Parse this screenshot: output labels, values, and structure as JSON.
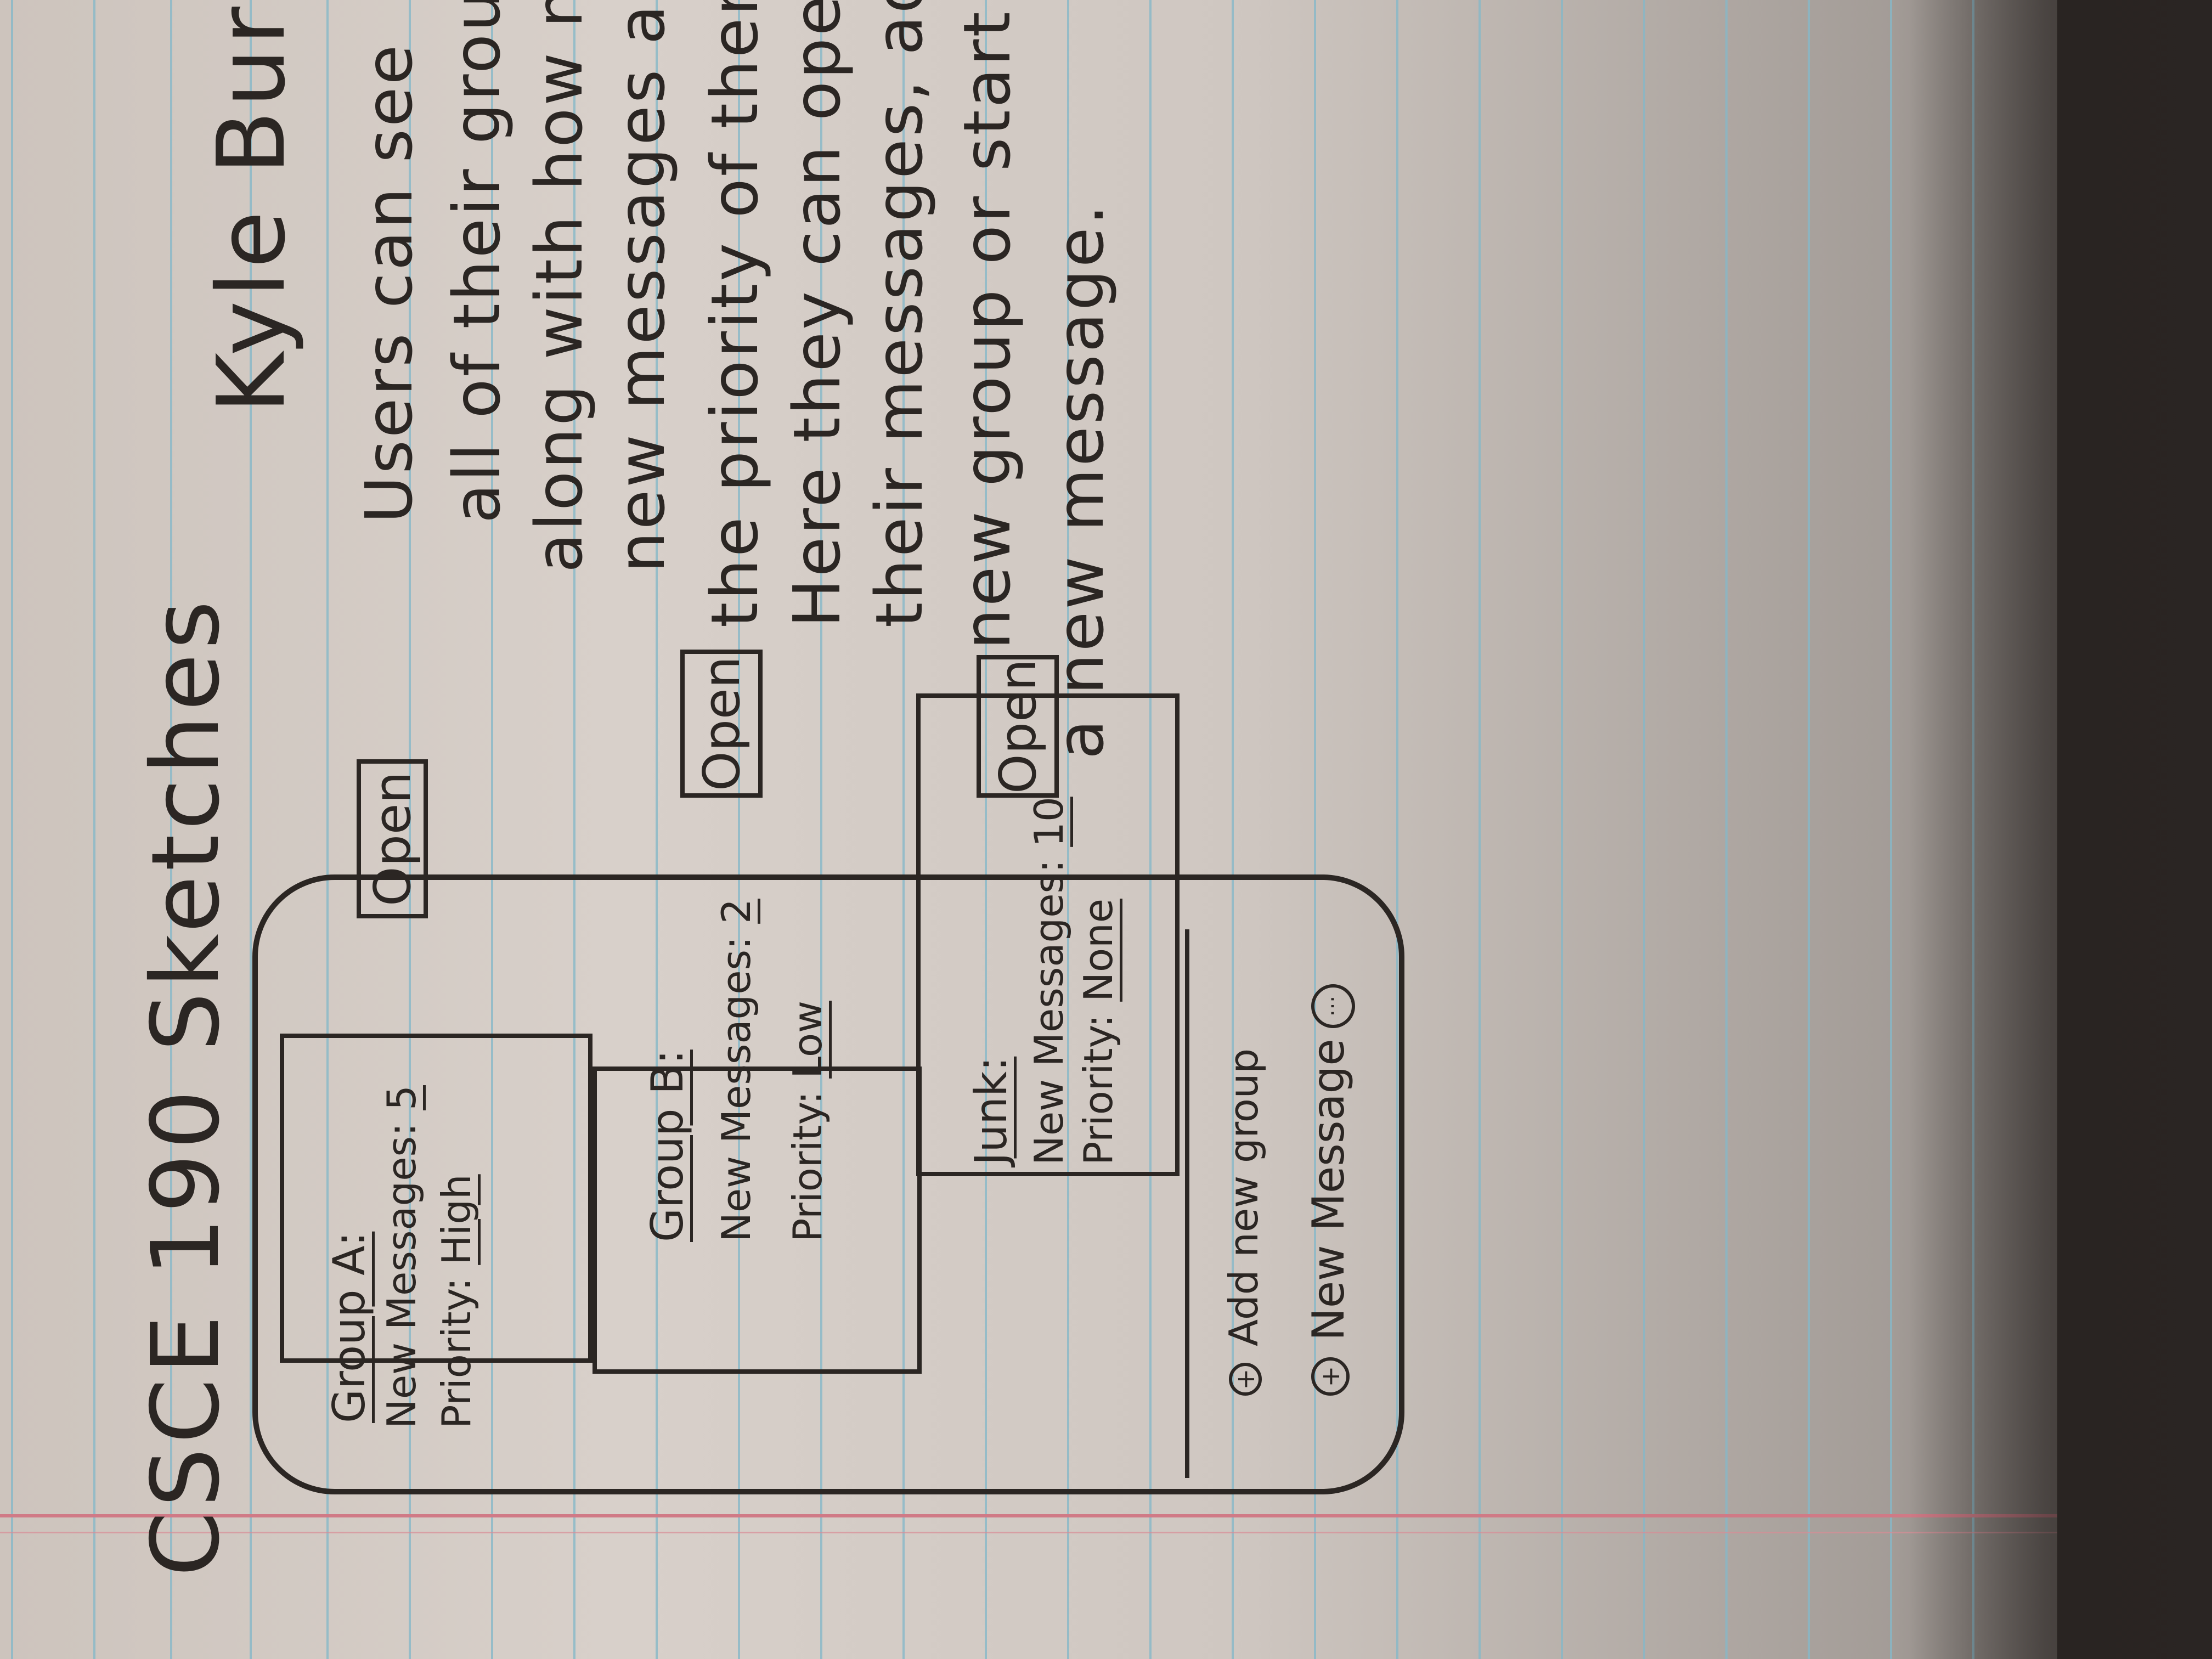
{
  "sketch": {
    "title": "CSCE 190 Sketches",
    "author": "Kyle Burgess"
  },
  "mockup": {
    "groups": [
      {
        "name": "Group A:",
        "new_messages_label": "New Messages:",
        "new_messages_value": "5",
        "priority_label": "Priority:",
        "priority_value": "High",
        "open_label": "Open"
      },
      {
        "name": "Group B:",
        "new_messages_label": "New Messages:",
        "new_messages_value": "2",
        "priority_label": "Priority:",
        "priority_value": "Low",
        "open_label": "Open"
      },
      {
        "name": "Junk:",
        "new_messages_label": "New Messages:",
        "new_messages_value": "10",
        "priority_label": "Priority:",
        "priority_value": "None",
        "open_label": "Open"
      }
    ],
    "add_group_label": "Add new group",
    "new_message_label": "New Message",
    "more_icon_glyph": "···"
  },
  "description": [
    "Users can see",
    "all of their groups",
    "along with how many",
    "new messages and",
    "the priority of them.",
    "Here they can open",
    "their messages, add a",
    "new group or start",
    "a new message."
  ],
  "colors": {
    "ink": "#2b2623",
    "paper": "#d3cbc5",
    "rule_lines": "#86b8c8",
    "margin_line": "#d07a86",
    "background": "#2a2523"
  }
}
